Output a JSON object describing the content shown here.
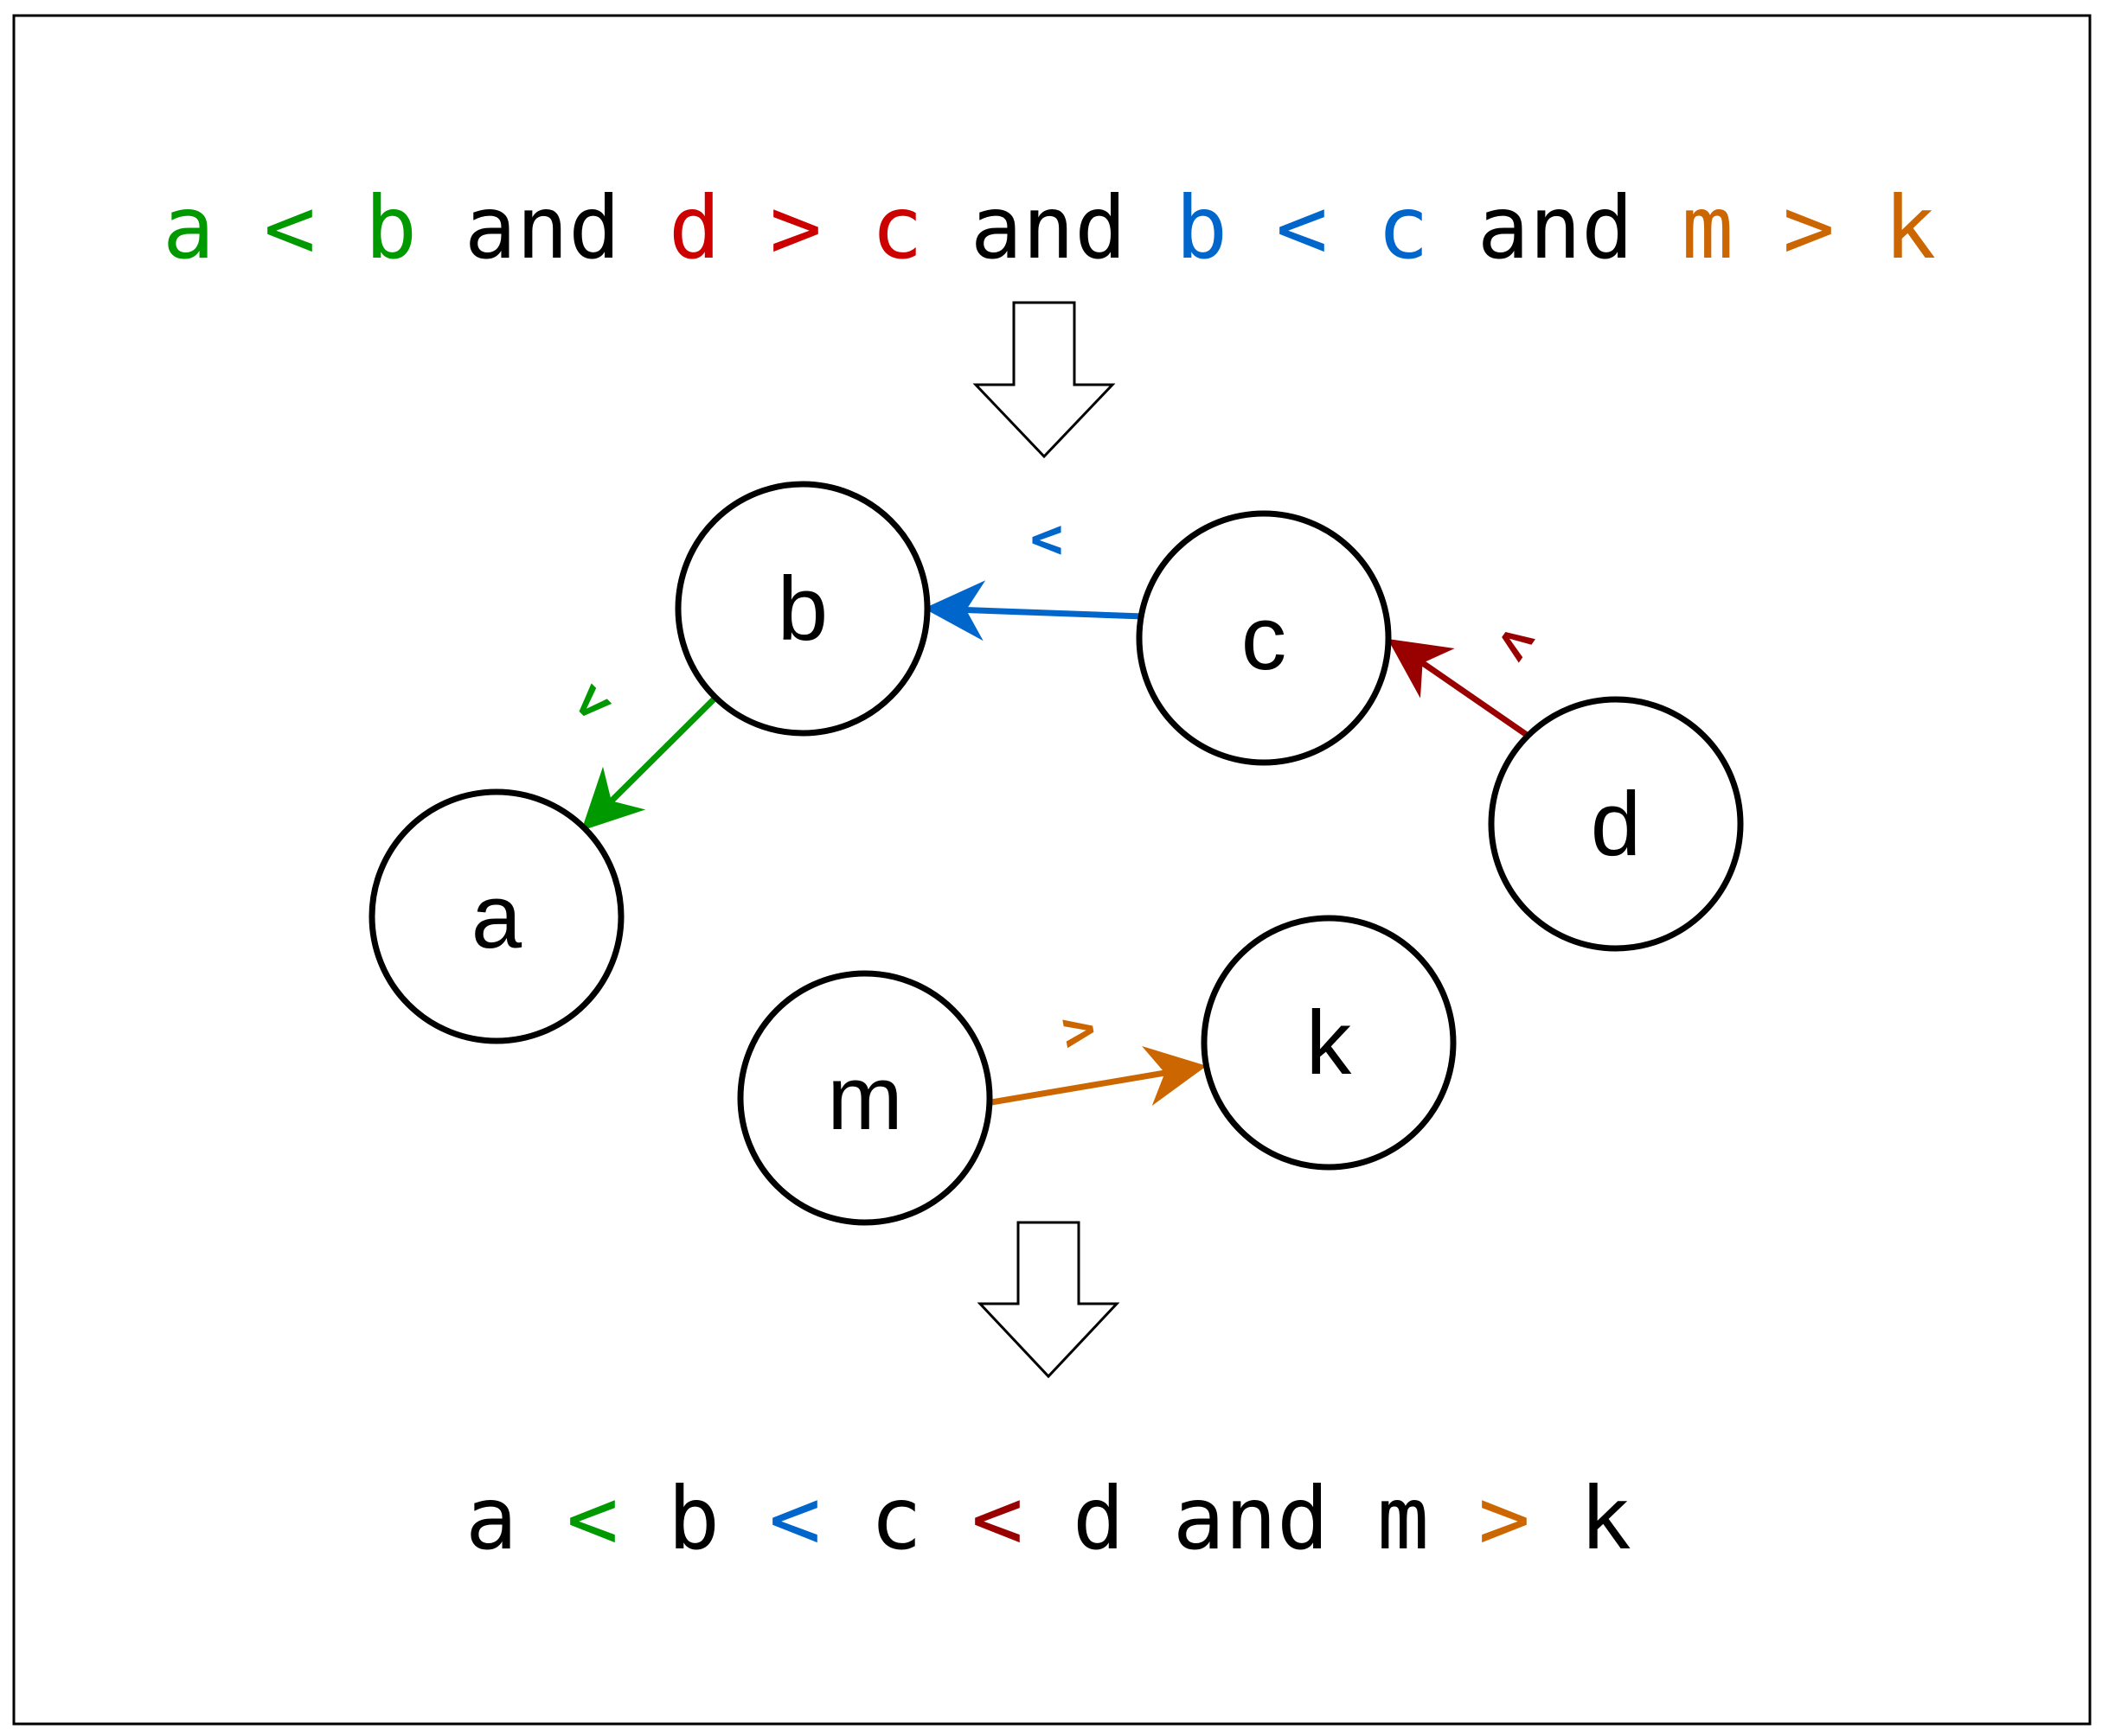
{
  "colors": {
    "green": "#009900",
    "red": "#cc0000",
    "blue": "#0066cc",
    "orange": "#cc6600",
    "dark_red": "#990000",
    "black": "#000000"
  },
  "top_expression": [
    {
      "text": "a",
      "color": "green"
    },
    {
      "text": "<",
      "color": "green"
    },
    {
      "text": "b",
      "color": "green"
    },
    {
      "text": "and",
      "color": "black"
    },
    {
      "text": "d",
      "color": "red"
    },
    {
      "text": ">",
      "color": "red"
    },
    {
      "text": "c",
      "color": "red"
    },
    {
      "text": "and",
      "color": "black"
    },
    {
      "text": "b",
      "color": "blue"
    },
    {
      "text": "<",
      "color": "blue"
    },
    {
      "text": "c",
      "color": "blue"
    },
    {
      "text": "and",
      "color": "black"
    },
    {
      "text": "m",
      "color": "orange"
    },
    {
      "text": ">",
      "color": "orange"
    },
    {
      "text": "k",
      "color": "orange"
    }
  ],
  "nodes": [
    {
      "id": "b",
      "label": "b"
    },
    {
      "id": "c",
      "label": "c"
    },
    {
      "id": "a",
      "label": "a"
    },
    {
      "id": "d",
      "label": "d"
    },
    {
      "id": "m",
      "label": "m"
    },
    {
      "id": "k",
      "label": "k"
    }
  ],
  "edges": [
    {
      "from": "c",
      "to": "b",
      "label": "<",
      "color": "blue"
    },
    {
      "from": "b",
      "to": "a",
      "label": "<",
      "color": "green"
    },
    {
      "from": "d",
      "to": "c",
      "label": "<",
      "color": "dark_red"
    },
    {
      "from": "m",
      "to": "k",
      "label": ">",
      "color": "orange"
    }
  ],
  "bottom_expression": [
    {
      "text": "a",
      "color": "black"
    },
    {
      "text": "<",
      "color": "green"
    },
    {
      "text": "b",
      "color": "black"
    },
    {
      "text": "<",
      "color": "blue"
    },
    {
      "text": "c",
      "color": "black"
    },
    {
      "text": "<",
      "color": "dark_red"
    },
    {
      "text": "d",
      "color": "black"
    },
    {
      "text": "and",
      "color": "black"
    },
    {
      "text": "m",
      "color": "black"
    },
    {
      "text": ">",
      "color": "orange"
    },
    {
      "text": "k",
      "color": "black"
    }
  ]
}
